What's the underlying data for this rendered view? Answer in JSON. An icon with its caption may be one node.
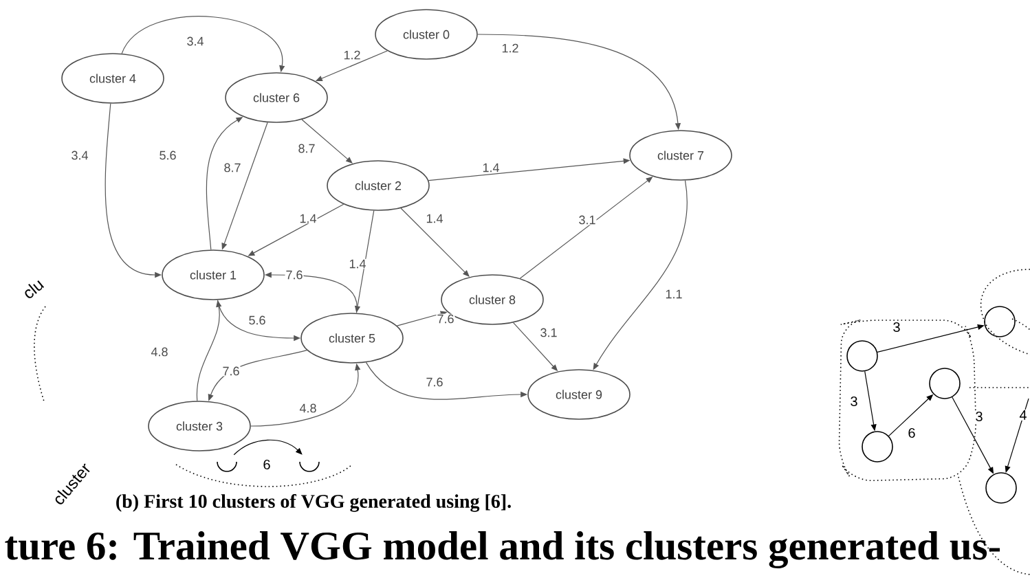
{
  "diagram": {
    "caption": "(b) First 10 clusters of VGG generated using [6].",
    "nodes": [
      {
        "text": [
          "cluster 0"
        ]
      },
      {
        "text": [
          "cluster 1"
        ]
      },
      {
        "text": [
          "cluster 2"
        ]
      },
      {
        "text": [
          "cluster 3"
        ]
      },
      {
        "text": [
          "cluster 4"
        ]
      },
      {
        "text": [
          "cluster 5"
        ]
      },
      {
        "text": [
          "cluster 6"
        ]
      },
      {
        "text": [
          "cluster 7"
        ]
      },
      {
        "text": [
          "cluster 8"
        ]
      },
      {
        "text": [
          "cluster 9"
        ]
      },
      {
        "text": [],
        "shape": "circle"
      },
      {
        "text": [],
        "shape": "circle"
      },
      {
        "text": [],
        "shape": "circle"
      },
      {
        "text": [],
        "shape": "circle"
      },
      {
        "text": [],
        "shape": "circle"
      },
      {
        "text": [],
        "shape": "circle"
      },
      {
        "text": [],
        "shape": "circle"
      }
    ],
    "edges": [
      {
        "from": 0,
        "to": 6,
        "arrow": "to",
        "label": "1.2"
      },
      {
        "from": 0,
        "to": 7,
        "arrow": "to",
        "label": "1.2"
      },
      {
        "from": 4,
        "to": 6,
        "arrow": "to",
        "label": "3.4"
      },
      {
        "from": 4,
        "to": 1,
        "arrow": "to",
        "label": "3.4"
      },
      {
        "from": 1,
        "to": 6,
        "arrow": "to",
        "label": "5.6"
      },
      {
        "from": 6,
        "to": 1,
        "arrow": "to",
        "label": "8.7"
      },
      {
        "from": 6,
        "to": 2,
        "arrow": "to",
        "label": "8.7"
      },
      {
        "from": 2,
        "to": 7,
        "arrow": "to",
        "label": "1.4"
      },
      {
        "from": 2,
        "to": 1,
        "arrow": "to",
        "label": "1.4"
      },
      {
        "from": 2,
        "to": 8,
        "arrow": "to",
        "label": "1.4"
      },
      {
        "from": 2,
        "to": 5,
        "arrow": "to",
        "label": "1.4"
      },
      {
        "from": 8,
        "to": 7,
        "arrow": "to",
        "label": "3.1"
      },
      {
        "from": 7,
        "to": 9,
        "arrow": "to",
        "label": "1.1"
      },
      {
        "from": 8,
        "to": 9,
        "arrow": "to",
        "label": "3.1"
      },
      {
        "from": 5,
        "to": 8,
        "arrow": "to",
        "label": "7.6"
      },
      {
        "from": 5,
        "to": 1,
        "arrow": "to",
        "label": "7.6"
      },
      {
        "from": 1,
        "to": 5,
        "arrow": "to",
        "label": "5.6"
      },
      {
        "from": 5,
        "to": 3,
        "arrow": "to",
        "label": "7.6"
      },
      {
        "from": 3,
        "to": 1,
        "arrow": "to",
        "label": "4.8"
      },
      {
        "from": 3,
        "to": 5,
        "arrow": "to",
        "label": "4.8"
      },
      {
        "from": 5,
        "to": 9,
        "arrow": "to",
        "label": "7.6"
      },
      {
        "from": 10,
        "to": 11,
        "arrow": "to",
        "label": "3",
        "color": "#000000"
      },
      {
        "from": 10,
        "to": 13,
        "arrow": "to",
        "label": "3",
        "color": "#000000"
      },
      {
        "from": 13,
        "to": 12,
        "arrow": "to",
        "label": "6",
        "color": "#000000"
      },
      {
        "from": 12,
        "to": 14,
        "arrow": "to",
        "label": "3",
        "color": "#000000"
      },
      {
        "from": null,
        "to": 14,
        "arrow": "to",
        "label": "4",
        "color": "#000000"
      },
      {
        "from": 15,
        "to": 16,
        "arrow": "to",
        "label": "6",
        "color": "#000000"
      }
    ],
    "labels": [
      "ture 6: Trained VGG model and its clusters generated us-",
      "clu",
      "cluster"
    ]
  }
}
